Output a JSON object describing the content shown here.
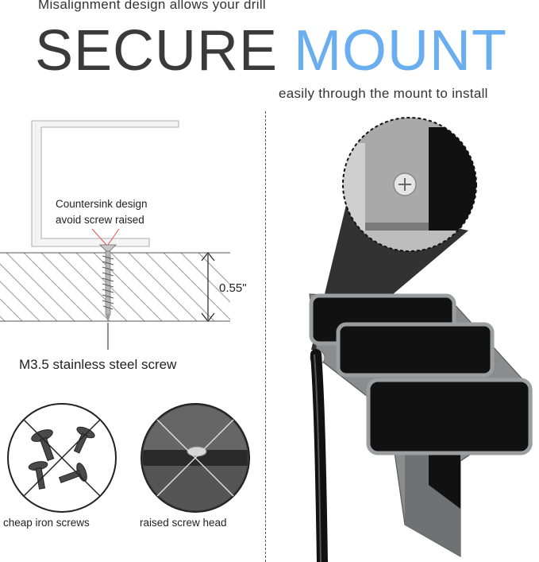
{
  "header": {
    "top_text": "Misalignment design allows your drill",
    "headline_part1": "SECURE",
    "headline_part2": "MOUNT",
    "sub_text": "easily through the mount to install"
  },
  "diagram": {
    "countersink_line1": "Countersink design",
    "countersink_line2": "avoid screw raised",
    "measurement": "0.55\"",
    "screw_label": "M3.5 stainless steel screw"
  },
  "comparison": {
    "left_caption": "cheap iron screws",
    "right_caption": "raised screw head"
  },
  "colors": {
    "accent": "#6aaeef",
    "dark_text": "#3a3a3a",
    "mount_gray": "#8a8c8e",
    "pad_black": "#111111"
  }
}
